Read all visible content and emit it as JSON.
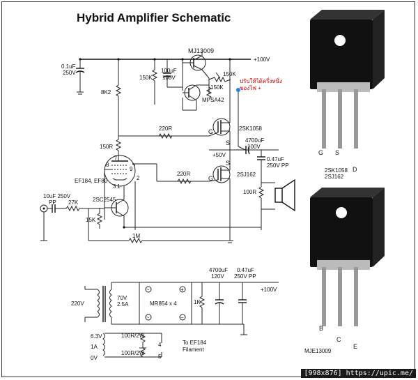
{
  "title": "Hybrid Amplifier Schematic",
  "watermark": "[998x876] https://upic.me/",
  "components": {
    "mj13009": "MJ13009",
    "mpsa42": "MPSA42",
    "plus100v": "+100V",
    "cap01uf": "0.1uF",
    "cap01uf_v": "250V",
    "cap100uf": "100uF",
    "cap100uf_v": "100V",
    "r150k_a": "150K",
    "r150k_b": "150K",
    "r150k_c": "150K",
    "r8k2": "8K2",
    "r220r_a": "220R",
    "r220r_b": "220R",
    "r150r": "150R",
    "sk1058": "2SK1058",
    "sj162": "2SJ162",
    "cap4700": "4700uF",
    "cap4700_v": "100V",
    "plus50v": "+50V",
    "cap047": "0.47uF",
    "cap047_v": "250V PP",
    "r100r": "100R",
    "tube": "EF184, EF80",
    "npn": "2SC2545",
    "r15k": "15K",
    "r27k": "27K",
    "cin": "10uF 250V",
    "cin_pp": "PP",
    "r1m": "1M",
    "gate": "G",
    "source": "S",
    "drain": "D",
    "pin8": "8",
    "pin7": "7",
    "pin9": "9",
    "pin1": "1",
    "pin2": "2",
    "pin3": "3"
  },
  "annotation_th": [
    "ปรับให้ได้ครึ่งหนึ่ง",
    "ของไฟ  +"
  ],
  "psu": {
    "ac": "220V",
    "sec_v": "70V",
    "sec_a": "2.5A",
    "bridge": "MR854 x 4",
    "r1k": "1K",
    "cap4700": "4700uF",
    "cap4700_v": "120V",
    "cap047": "0.47uF",
    "cap047_v": "250V PP",
    "plus100v": "+100V",
    "fil_63": "6.3V",
    "fil_1a": "1A",
    "fil_0v": "0V",
    "fil_r1": "100R/2W",
    "fil_r2": "100R/2W",
    "fil_pin4": "4",
    "fil_pin5": "5",
    "fil_note1": "To EF184",
    "fil_note2": "Filament"
  },
  "packages": {
    "mosfet_pins": [
      "G",
      "S",
      "D"
    ],
    "mosfet_label1": "2SK1058",
    "mosfet_label2": "2SJ162",
    "bjt_pins": [
      "B",
      "C",
      "E"
    ],
    "bjt_label": "MJE13009"
  }
}
